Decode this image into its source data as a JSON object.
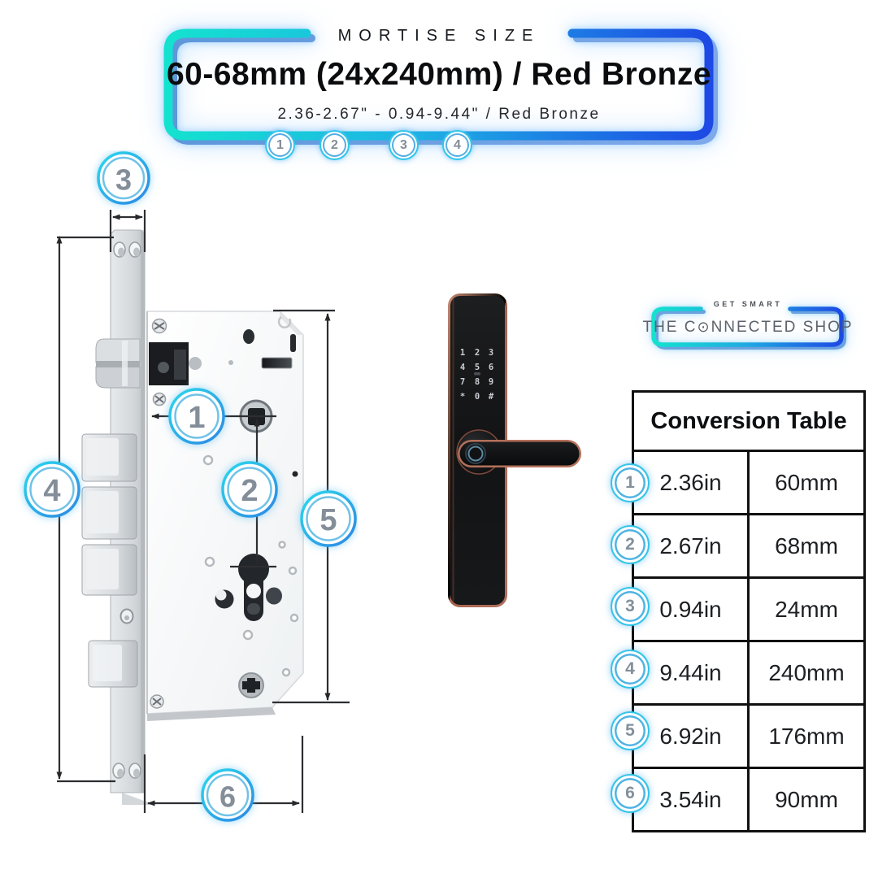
{
  "header": {
    "kicker": "MORTISE SIZE",
    "title": "60-68mm (24x240mm) / Red Bronze",
    "subtitle": "2.36-2.67\" - 0.94-9.44\" / Red Bronze",
    "steps": [
      "1",
      "2",
      "3",
      "4"
    ]
  },
  "brand": {
    "tagline": "GET SMART",
    "name_pre": "THE C",
    "name_o": "⊙",
    "name_post": "NNECTED SHOP"
  },
  "diagram": {
    "callouts": [
      {
        "label": "1"
      },
      {
        "label": "2"
      },
      {
        "label": "3"
      },
      {
        "label": "4"
      },
      {
        "label": "5"
      },
      {
        "label": "6"
      }
    ]
  },
  "product": {
    "keys": [
      "1",
      "2",
      "3",
      "4",
      "5",
      "6",
      "7",
      "8",
      "9",
      "*",
      "0",
      "#"
    ]
  },
  "conversion_table": {
    "title": "Conversion Table",
    "rows": [
      {
        "num": "1",
        "inches": "2.36in",
        "mm": "60mm"
      },
      {
        "num": "2",
        "inches": "2.67in",
        "mm": "68mm"
      },
      {
        "num": "3",
        "inches": "0.94in",
        "mm": "24mm"
      },
      {
        "num": "4",
        "inches": "9.44in",
        "mm": "240mm"
      },
      {
        "num": "5",
        "inches": "6.92in",
        "mm": "176mm"
      },
      {
        "num": "6",
        "inches": "3.54in",
        "mm": "90mm"
      }
    ]
  },
  "colors": {
    "accent_cyan": "#16e0d0",
    "accent_blue": "#1d52e2",
    "ring_inner": "#54aee3",
    "red_bronze": "#b06a53",
    "number_gray": "#848e99"
  }
}
